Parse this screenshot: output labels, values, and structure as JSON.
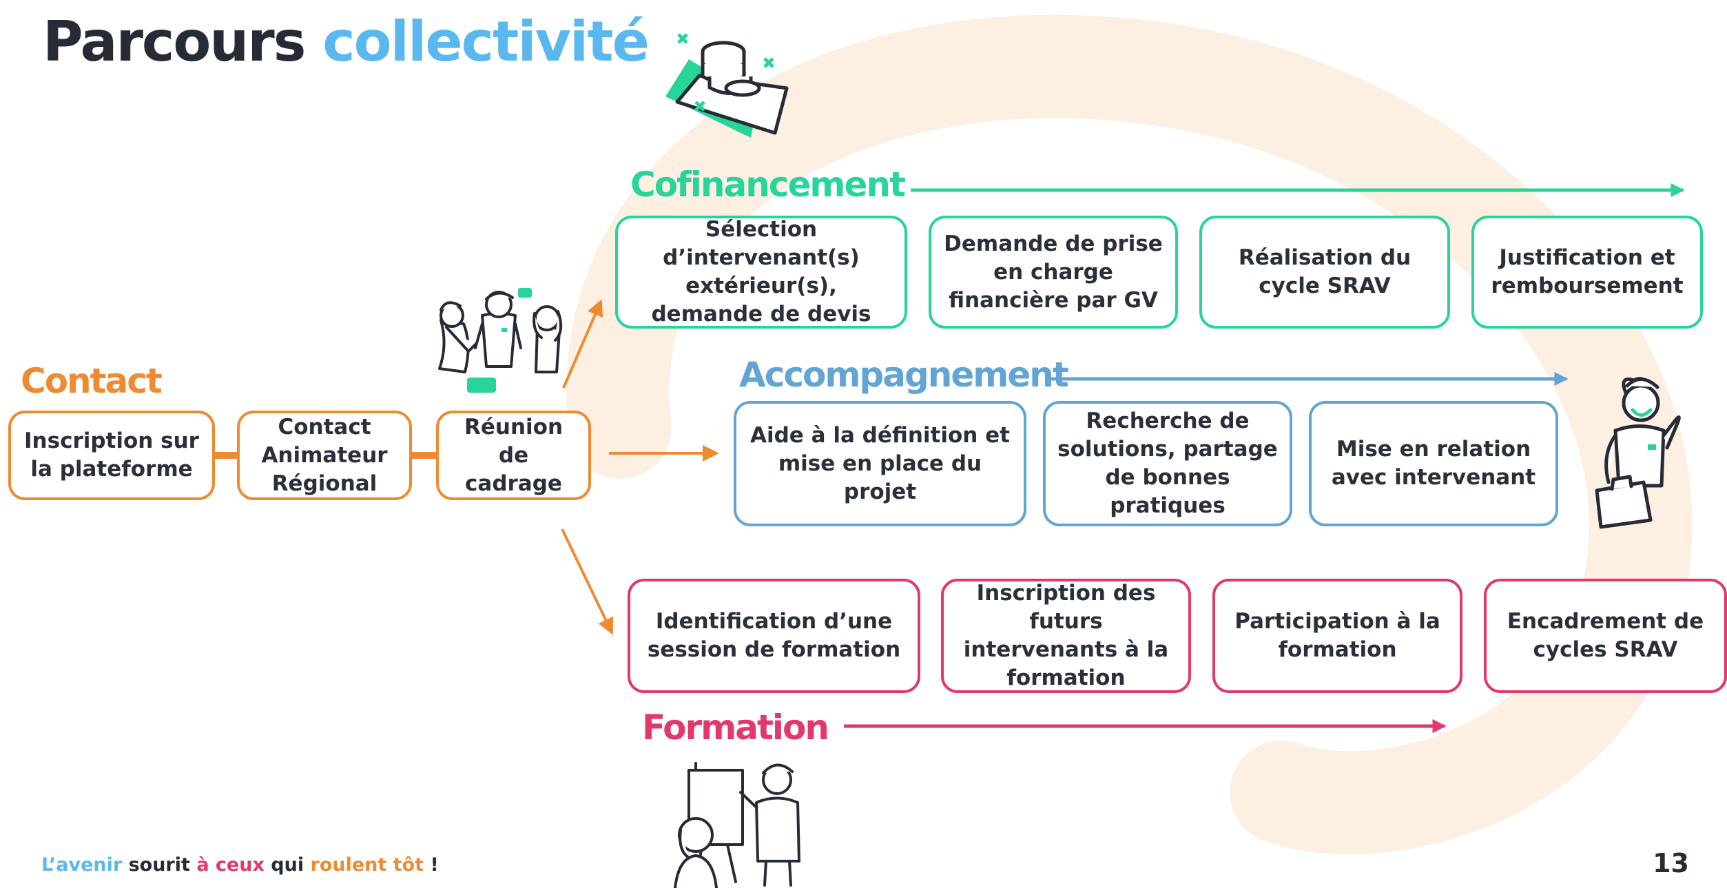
{
  "title": {
    "main": "Parcours",
    "accent": "collectivité"
  },
  "colors": {
    "dark": "#262b36",
    "accent_blue": "#5ab8ef",
    "contact": "#ee8b32",
    "cofinancement": "#28d49a",
    "accompagnement": "#62a4d4",
    "formation": "#e2386c",
    "background_arc": "#fdf0e2"
  },
  "contact": {
    "label": "Contact",
    "steps": [
      "Inscription sur la plateforme",
      "Contact Animateur Régional",
      "Réunion de cadrage"
    ]
  },
  "cofinancement": {
    "label": "Cofinancement",
    "steps": [
      "Sélection d’intervenant(s) extérieur(s), demande de devis",
      "Demande de prise en charge financière par GV",
      "Réalisation du cycle SRAV",
      "Justification et remboursement"
    ]
  },
  "accompagnement": {
    "label": "Accompagnement",
    "steps": [
      "Aide à la définition et mise en place du projet",
      "Recherche de solutions, partage de bonnes pratiques",
      "Mise en relation avec intervenant"
    ]
  },
  "formation": {
    "label": "Formation",
    "steps": [
      "Identification d’une session de formation",
      "Inscription des futurs intervenants à la formation",
      "Participation à la formation",
      "Encadrement de cycles SRAV"
    ]
  },
  "illustrations": {
    "coins": "coins-money-icon",
    "team": "team-people-icon",
    "advisor": "advisor-briefcase-icon",
    "trainer": "trainer-whiteboard-icon"
  },
  "footer": {
    "tagline": {
      "part1": "L’avenir",
      "part2": " sourit ",
      "part3": "à ceux",
      "part4": " qui ",
      "part5": "roulent tôt",
      "part6": " !"
    },
    "page_number": "13"
  }
}
